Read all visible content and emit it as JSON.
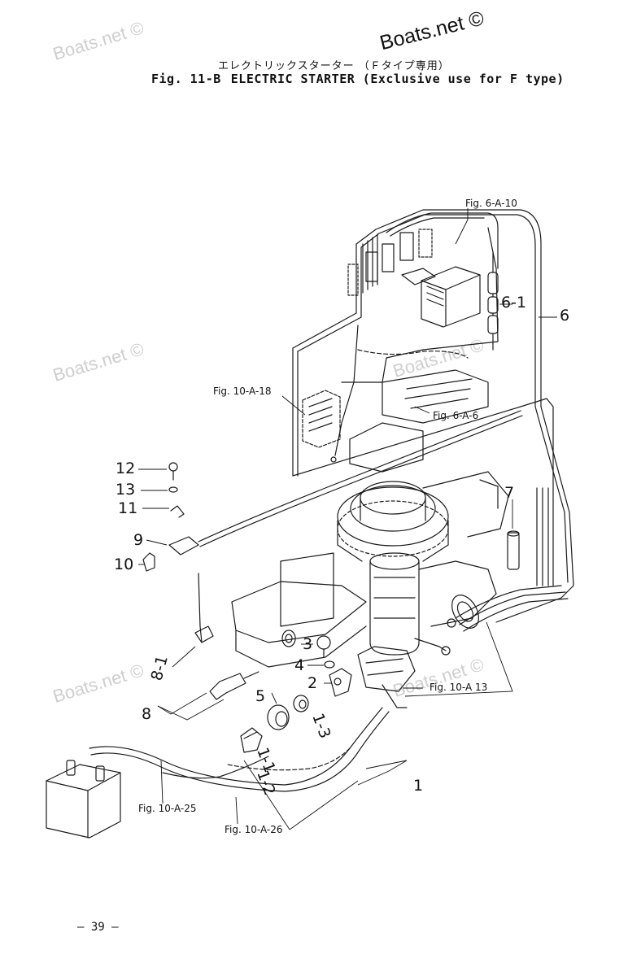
{
  "watermarks": {
    "main": "Boats.net ©",
    "faded": [
      "Boats.net ©",
      "Boats.net ©",
      "Boats.net ©",
      "Boats.net ©",
      "Boats.net ©"
    ]
  },
  "header": {
    "japanese_title": "エレクトリックスターター （Ｆタイプ専用）",
    "fig_number": "Fig. 11-B",
    "title": "ELECTRIC STARTER (Exclusive use for F type)"
  },
  "references": {
    "fig_6a10": "Fig. 6-A-10",
    "fig_10a18": "Fig. 10-A-18",
    "fig_6a6": "Fig. 6-A-6",
    "fig_10a13": "Fig. 10-A 13",
    "fig_10a25": "Fig. 10-A-25",
    "fig_10a26": "Fig. 10-A-26"
  },
  "callouts": {
    "c1": "1",
    "c1_1": "1-1",
    "c1_2": "1-2",
    "c1_3": "1-3",
    "c2": "2",
    "c3": "3",
    "c4": "4",
    "c5": "5",
    "c6": "6",
    "c6_1": "6-1",
    "c7": "7",
    "c8": "8",
    "c8_1": "8-1",
    "c9": "9",
    "c10": "10",
    "c11": "11",
    "c12": "12",
    "c13": "13"
  },
  "footer": {
    "page_number": "– 39 –"
  }
}
